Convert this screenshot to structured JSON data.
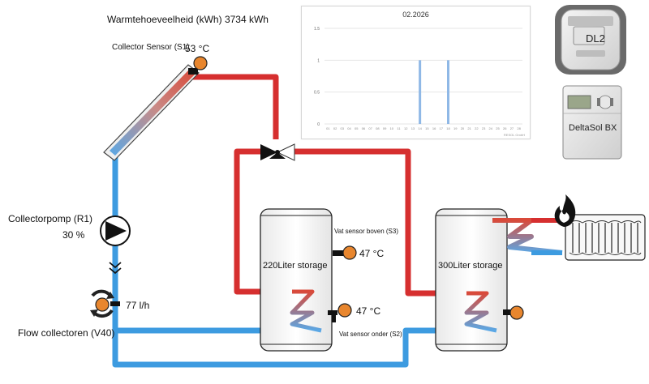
{
  "header": {
    "energy_label": "Warmtehoeveelheid (kWh) 3734 kWh"
  },
  "collector": {
    "sensor_label": "Collector Sensor (S1)",
    "sensor_value": "53 °C"
  },
  "pump": {
    "label": "Collectorpomp (R1)",
    "value": "30 %"
  },
  "flow": {
    "value": "77 l/h",
    "label": "Flow collectoren (V40)"
  },
  "tank1": {
    "label": "220Liter storage",
    "sensor_top_label": "Vat sensor boven (S3)",
    "sensor_top_value": "47 °C",
    "sensor_bottom_value": "47 °C",
    "sensor_bottom_label": "Vat sensor onder (S2)"
  },
  "tank2": {
    "label": "300Liter storage"
  },
  "devices": {
    "logger_label": "DL2",
    "controller_label": "DeltaSol BX"
  },
  "colors": {
    "hot_pipe": "#d62f2f",
    "cold_pipe": "#3d9be0",
    "sensor": "#e8862e",
    "chart_bar": "#8fb8e6"
  },
  "chart_data": {
    "type": "bar",
    "title": "02.2026",
    "categories": [
      "01",
      "02",
      "03",
      "04",
      "05",
      "06",
      "07",
      "08",
      "09",
      "10",
      "11",
      "12",
      "13",
      "14",
      "15",
      "16",
      "17",
      "18",
      "19",
      "20",
      "21",
      "22",
      "23",
      "24",
      "25",
      "26",
      "27",
      "28"
    ],
    "values": [
      0,
      0,
      0,
      0,
      0,
      0,
      0,
      0,
      0,
      0,
      0,
      0,
      0,
      1,
      0,
      0,
      0,
      1,
      0,
      0,
      0,
      0,
      0,
      0,
      0,
      0,
      0,
      0
    ],
    "ylim": [
      0,
      1.5
    ],
    "yticks": [
      "0",
      "0.5",
      "1",
      "1.5"
    ],
    "grid": true,
    "credits": "RESOL GmbH"
  }
}
